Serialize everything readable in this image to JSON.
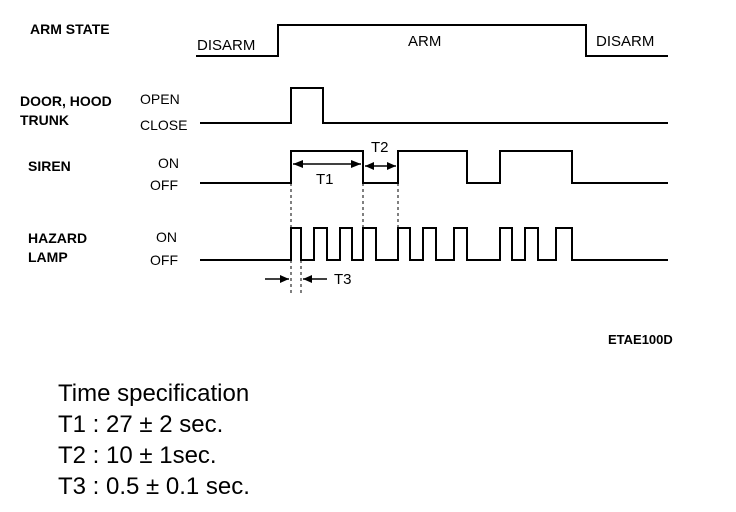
{
  "signals": {
    "arm_state": "ARM STATE",
    "door": "DOOR, HOOD",
    "trunk": "TRUNK",
    "siren": "SIREN",
    "hazard": "HAZARD",
    "lamp": "LAMP"
  },
  "states": {
    "disarm_left": "DISARM",
    "arm": "ARM",
    "disarm_right": "DISARM",
    "open": "OPEN",
    "close": "CLOSE",
    "siren_on": "ON",
    "siren_off": "OFF",
    "hazard_on": "ON",
    "hazard_off": "OFF"
  },
  "timing_labels": {
    "t1": "T1",
    "t2": "T2",
    "t3": "T3"
  },
  "figure_code": "ETAE100D",
  "spec": {
    "title": "Time specification",
    "t1": "T1 : 27 ± 2 sec.",
    "t2": "T2 : 10 ± 1sec.",
    "t3": "T3 : 0.5 ± 0.1 sec."
  }
}
